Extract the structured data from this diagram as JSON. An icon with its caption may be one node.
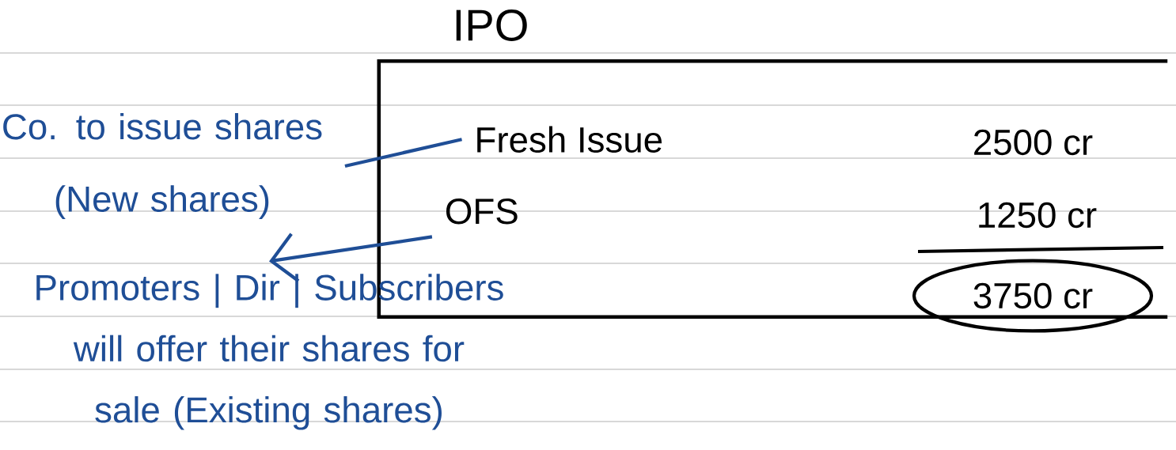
{
  "diagram": {
    "title": "IPO",
    "nodes": [
      {
        "text": [],
        "shape": "box"
      },
      {
        "text": [
          "Fresh Issue"
        ],
        "in": 0
      },
      {
        "text": [
          "OFS"
        ],
        "in": 0
      },
      {
        "text": [
          "3750 cr"
        ]
      },
      {
        "text": [
          "Co. to issue shares",
          "(New shares)"
        ]
      },
      {
        "text": [
          "Promoters | Dir | Subscribers will offer their shares for sale (Existing shares)"
        ]
      }
    ],
    "edges": [
      {
        "from": 4,
        "to": 1,
        "arrow": "none"
      },
      {
        "from": 2,
        "to": 5,
        "arrow": "to"
      }
    ],
    "labels": [
      "2500 cr",
      "1250 cr"
    ]
  }
}
